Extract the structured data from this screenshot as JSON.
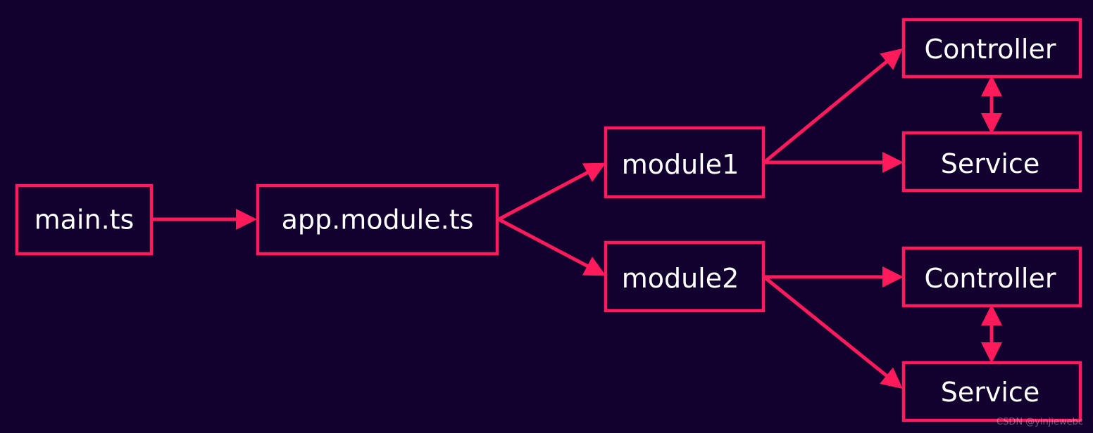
{
  "colors": {
    "background": "#12012f",
    "accent": "#ff1a5c",
    "text": "#ffffff"
  },
  "nodes": {
    "main_ts": "main.ts",
    "app_module_ts": "app.module.ts",
    "module1": "module1",
    "module2": "module2",
    "controller1": "Controller",
    "service1": "Service",
    "controller2": "Controller",
    "service2": "Service"
  },
  "watermark": "CSDN @yinjiewebc"
}
